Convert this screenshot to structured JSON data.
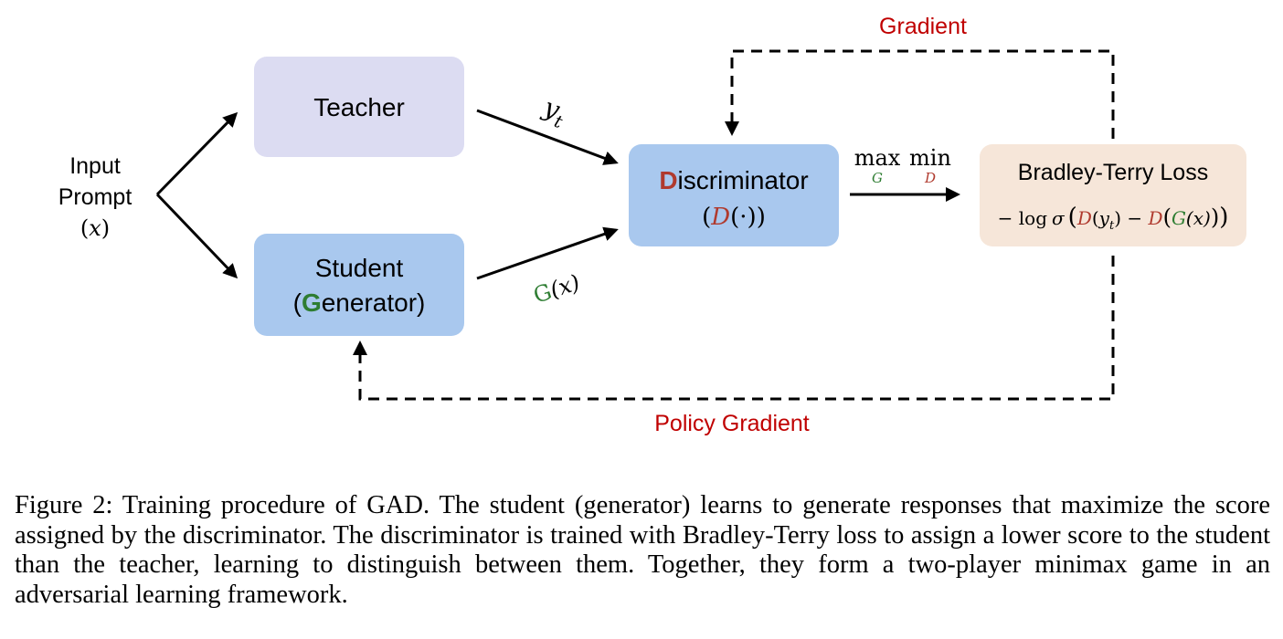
{
  "diagram": {
    "input": {
      "line1": "Input",
      "line2": "Prompt",
      "var": "x"
    },
    "teacher": {
      "label": "Teacher"
    },
    "student": {
      "line1": "Student",
      "line2_open": "(",
      "line2_g": "G",
      "line2_rest": "enerator)"
    },
    "discriminator": {
      "first_letter": "D",
      "rest": "iscriminator",
      "fn_open": "(",
      "fn_d": "D",
      "fn_arg": "(·)",
      "fn_close": ")"
    },
    "edge_teacher_label": {
      "y": "y",
      "sub": "t"
    },
    "edge_student_label": {
      "g": "G",
      "arg": "(x)"
    },
    "objective": {
      "max": "max",
      "max_sub": "G",
      "min": "min",
      "min_sub": "D"
    },
    "loss": {
      "title": "Bradley-Terry Loss",
      "formula": {
        "neg_log": "− log",
        "sigma": "σ",
        "open": "(",
        "d1": "D",
        "d1_arg_open": "(",
        "y": "y",
        "y_sub": "t",
        "d1_arg_close": ")",
        "minus": " − ",
        "d2": "D",
        "d2_open": "(",
        "g": "G",
        "g_arg": "(x)",
        "d2_close": ")",
        "close": ")"
      }
    },
    "gradient_label": "Gradient",
    "policy_gradient_label": "Policy Gradient"
  },
  "caption": "Figure 2: Training procedure of GAD. The student (generator) learns to generate responses that maximize the score assigned by the discriminator. The discriminator is trained with Bradley-Terry loss to assign a lower score to the student than the teacher, learning to distinguish between them. Together, they form a two-player minimax game in an adversarial learning framework.",
  "colors": {
    "teacher_fill": "#dcdcf2",
    "student_fill": "#a9c8ee",
    "discriminator_fill": "#a9c8ee",
    "loss_fill": "#f6e6d9",
    "red_label": "#c00000",
    "d_red": "#b03a2e",
    "g_green": "#2e7d32"
  }
}
